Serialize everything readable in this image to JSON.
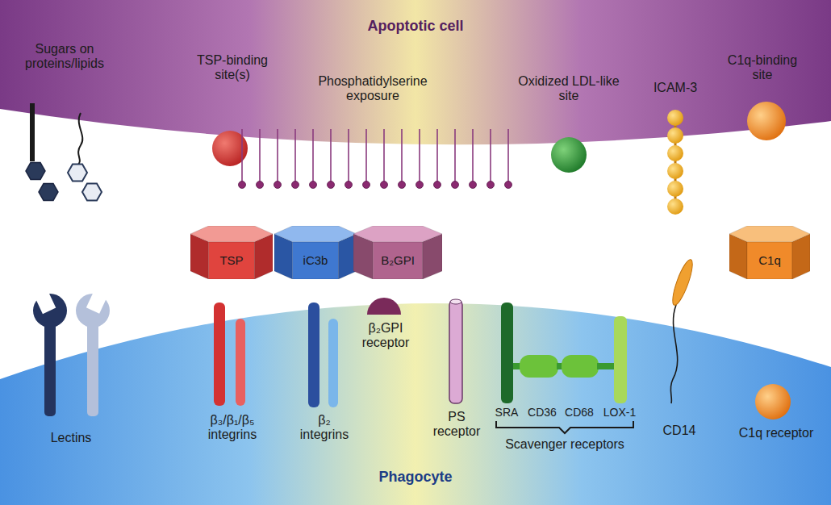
{
  "diagram": {
    "nodes": [
      {
        "text": [
          "Apoptotic cell"
        ]
      },
      {
        "text": [
          "TSP"
        ]
      },
      {
        "text": [
          "iC3b"
        ]
      },
      {
        "text": [
          "B₂GPI"
        ]
      },
      {
        "text": [
          "C1q"
        ]
      },
      {
        "text": [
          "Phagocyte"
        ]
      }
    ],
    "labels": [
      "Sugars on proteins/lipids",
      "TSP-binding site(s)",
      "Phosphatidylserine exposure",
      "Oxidized LDL-like site",
      "ICAM-3",
      "C1q-binding site",
      "Lectins",
      "β₃/β₁/β₅ integrins",
      "β₂ integrins",
      "β₂GPI receptor",
      "PS receptor",
      "SRA",
      "CD36",
      "CD68",
      "LOX-1",
      "Scavenger receptors",
      "CD14",
      "C1q receptor"
    ]
  }
}
